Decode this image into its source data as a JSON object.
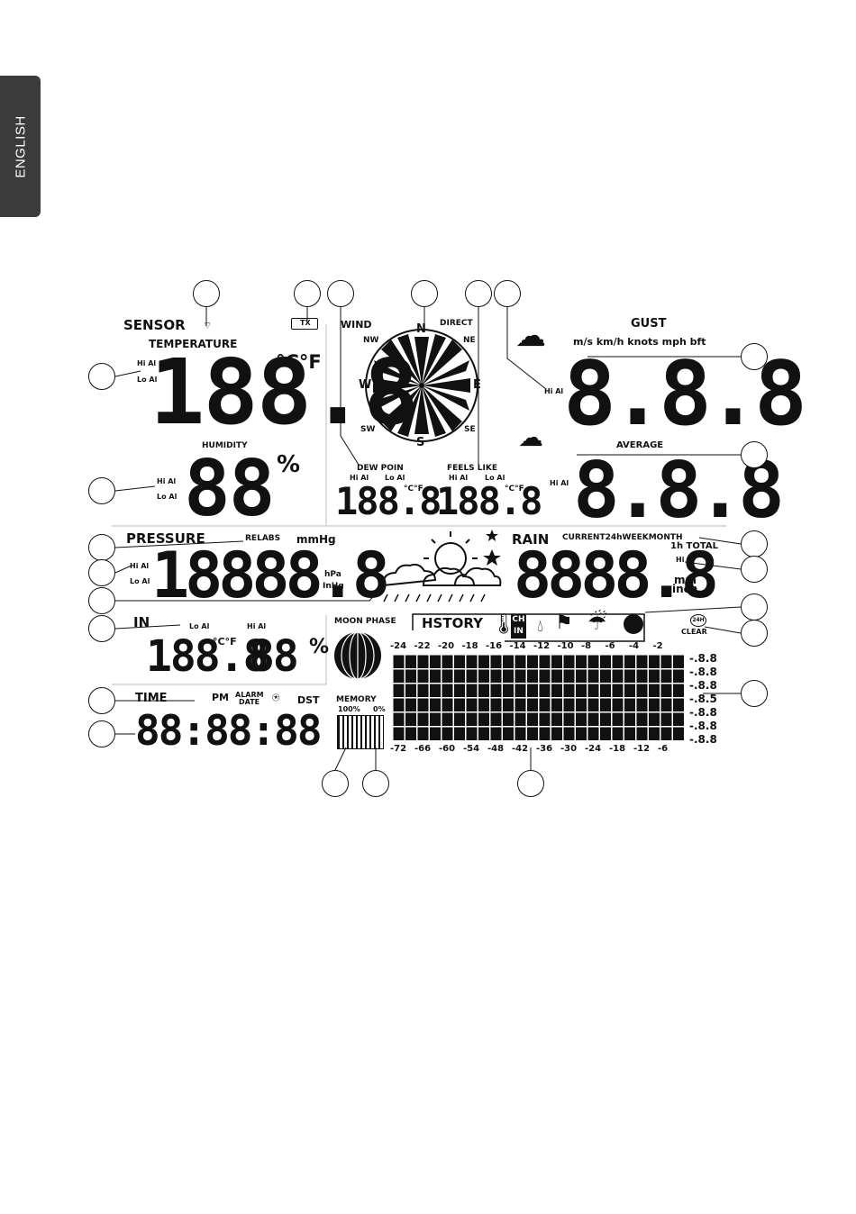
{
  "language_tab": "ENGLISH",
  "sensor": {
    "title": "SENSOR",
    "battery_tx": "TX"
  },
  "temperature": {
    "title": "TEMPERATURE",
    "units": "°C°F",
    "hi_al": "Hi Al",
    "lo_al": "Lo Al",
    "value": "188.8"
  },
  "humidity": {
    "title": "HUMIDITY",
    "hi_al": "Hi Al",
    "lo_al": "Lo Al",
    "value": "88",
    "unit": "%"
  },
  "wind": {
    "title": "WIND",
    "direct": "DIRECT",
    "compass": {
      "n": "N",
      "s": "S",
      "e": "E",
      "w": "W",
      "nw": "NW",
      "ne": "NE",
      "sw": "SW",
      "se": "SE"
    }
  },
  "dew_point": {
    "title": "DEW POIN",
    "hi_al": "Hi Al",
    "lo_al": "Lo Al",
    "value": "188.8",
    "units": "°C°F"
  },
  "feels_like": {
    "title": "FEELS LIKE",
    "hi_al": "Hi Al",
    "lo_al": "Lo Al",
    "value": "188.8",
    "units": "°C°F"
  },
  "gust": {
    "title": "GUST",
    "units": "m/s  km/h knots mph bft",
    "hi_al": "Hi Al",
    "value": "8.8.8"
  },
  "average": {
    "title": "AVERAGE",
    "hi_al": "Hi Al",
    "value": "8.8.8"
  },
  "pressure": {
    "title": "PRESSURE",
    "relabs": "RELABS",
    "unit_mmhg": "mmHg",
    "unit_hpa": "hPa",
    "unit_inhg": "InHg",
    "hi_al": "Hi Al",
    "lo_al": "Lo Al",
    "value": "18888.8"
  },
  "rain": {
    "title": "RAIN",
    "periods": "CURRENT24hWEEKMONTH",
    "period_sub": "1h TOTAL",
    "hi_al": "Hi Al",
    "unit_mm": "mm",
    "unit_inch": "inch",
    "value": "8888.8"
  },
  "indoor": {
    "title": "IN",
    "lo_al": "Lo Al",
    "hi_al": "Hi Al",
    "temp_value": "188.8",
    "temp_units": "°C°F",
    "hum_value": "88",
    "hum_unit": "%"
  },
  "time": {
    "title": "TIME",
    "pm": "PM",
    "alarm": "ALARM",
    "date": "DATE",
    "dst": "DST",
    "value": "88:88:88"
  },
  "moon": {
    "title": "MOON PHASE"
  },
  "memory": {
    "title": "MEMORY",
    "full": "100%",
    "empty": "0%"
  },
  "history": {
    "title": "HSTORY",
    "ch": "CH",
    "in": "IN",
    "h24": "24H",
    "clear": "CLEAR",
    "top_axis": [
      "-24",
      "-22",
      "-20",
      "-18",
      "-16",
      "-14",
      "-12",
      "-10",
      "-8",
      "-6",
      "-4",
      "-2"
    ],
    "bottom_axis": [
      "-72",
      "-66",
      "-60",
      "-54",
      "-48",
      "-42",
      "-36",
      "-30",
      "-24",
      "-18",
      "-12",
      "-6"
    ],
    "scale": [
      "-.8.8",
      "-.8.8",
      "-.8.8",
      "-.8.5",
      "-.8.8",
      "-.8.8",
      "-.8.8"
    ]
  },
  "colors": {
    "ink": "#111111",
    "tab": "#3b3b3b"
  }
}
